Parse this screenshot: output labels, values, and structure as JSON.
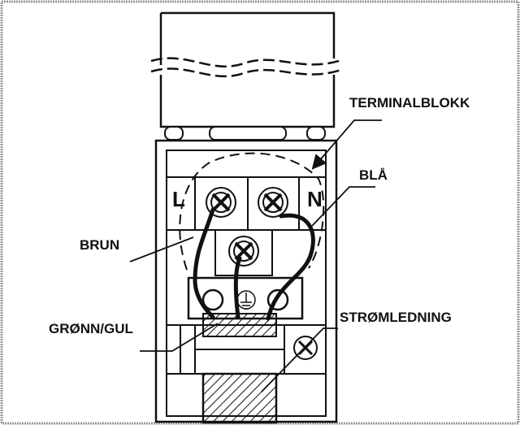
{
  "labels": {
    "terminal_block": "TERMINALBLOKK",
    "blue": "BLÅ",
    "brown": "BRUN",
    "green_yellow": "GRØNN/GUL",
    "power_cord": "STRØMLEDNING",
    "live": "L",
    "neutral": "N"
  },
  "colors": {
    "line": "#111111",
    "background": "#ffffff",
    "frame": "#9a9a9a"
  }
}
